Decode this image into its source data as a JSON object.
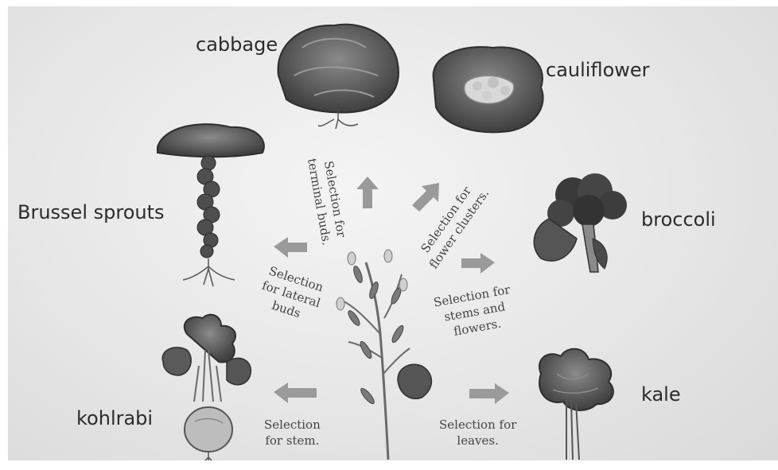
{
  "plants": {
    "cabbage": "cabbage",
    "cauliflower": "cauliflower",
    "brussel_sprouts": "Brussel sprouts",
    "broccoli": "broccoli",
    "kohlrabi": "kohlrabi",
    "kale": "kale"
  },
  "selections": {
    "terminal_buds": [
      "Selection for",
      "terminal buds."
    ],
    "flower_clusters": [
      "Selection for",
      "flower clusters."
    ],
    "lateral_buds": [
      "Selection",
      "for lateral",
      "buds"
    ],
    "stems_flowers": [
      "Selection for",
      "stems and",
      "flowers."
    ],
    "stem": [
      "Selection",
      "for stem."
    ],
    "leaves": [
      "Selection for",
      "leaves."
    ]
  },
  "colors": {
    "arrow": "#9a9a9a",
    "leaf_dark": "#4a4a4a",
    "leaf_mid": "#6e6e6e",
    "leaf_light": "#a8a8a8"
  }
}
